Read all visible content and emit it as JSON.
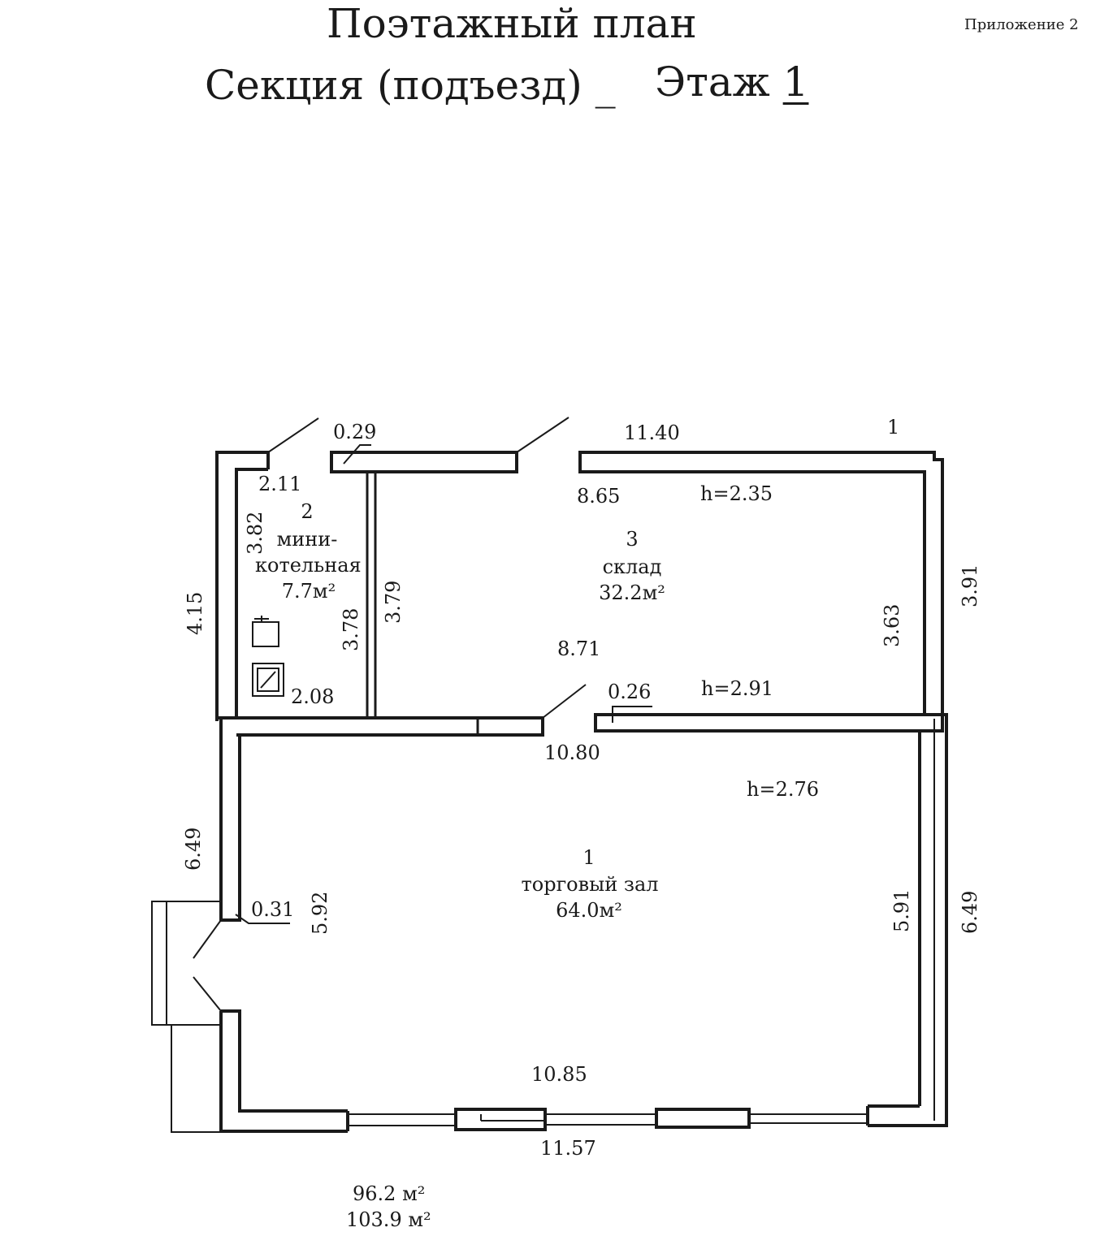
{
  "header": {
    "title": "Поэтажный план",
    "appendix": "Приложение 2",
    "section_label": "Секция (подъезд) _",
    "floor_label": "Этаж",
    "floor_value": "1"
  },
  "rooms": [
    {
      "number": "2",
      "name_line1": "мини-",
      "name_line2": "котельная",
      "area": "7.7м²"
    },
    {
      "number": "3",
      "name": "склад",
      "area": "32.2м²"
    },
    {
      "number": "1",
      "name": "торговый зал",
      "area": "64.0м²"
    }
  ],
  "dimensions": {
    "top_outer": "11.40",
    "corner_mark": "1",
    "wall_029": "0.29",
    "d_211": "2.11",
    "d_382": "3.82",
    "d_415": "4.15",
    "d_378": "3.78",
    "d_379": "3.79",
    "d_208": "2.08",
    "d_865": "8.65",
    "h_235": "h=2.35",
    "d_871": "8.71",
    "d_363": "3.63",
    "d_391": "3.91",
    "wall_026": "0.26",
    "h_291": "h=2.91",
    "d_1080": "10.80",
    "h_276": "h=2.76",
    "d_649_left": "6.49",
    "wall_031": "0.31",
    "d_592": "5.92",
    "d_591": "5.91",
    "d_649_right": "6.49",
    "d_1085": "10.85",
    "d_1157": "11.57"
  },
  "totals": {
    "area_living": "96.2 м²",
    "area_total": "103.9 м²"
  },
  "colors": {
    "line": "#1a1a1a",
    "paper": "#ffffff"
  }
}
